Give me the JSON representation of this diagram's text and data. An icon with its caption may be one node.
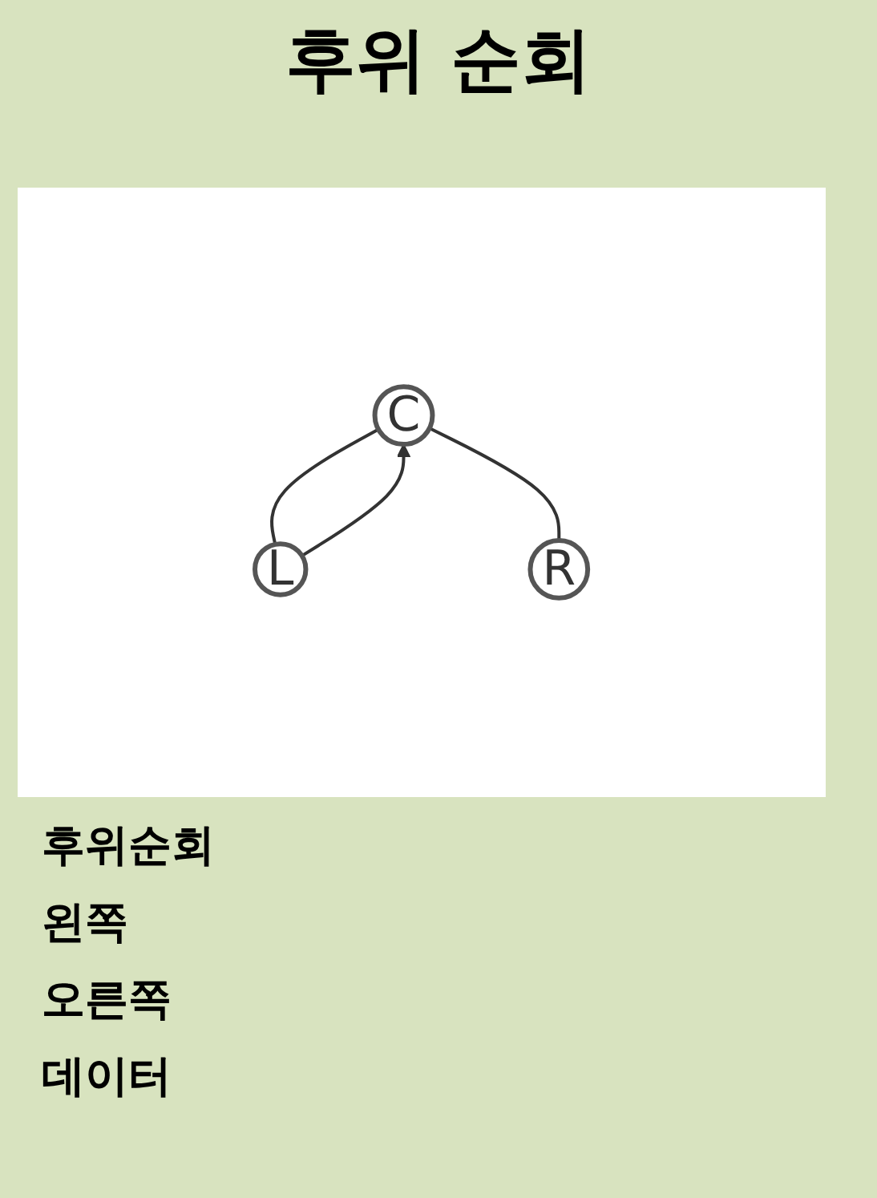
{
  "diagram": {
    "title": "후위 순회",
    "nodes": [
      {
        "text": [
          "C"
        ]
      },
      {
        "text": [
          "L"
        ]
      },
      {
        "text": [
          "R"
        ]
      }
    ],
    "edges": [
      {
        "from": 0,
        "to": 1,
        "arrow": "none"
      },
      {
        "from": 0,
        "to": 2,
        "arrow": "none"
      },
      {
        "from": 1,
        "to": 0,
        "arrow": "to"
      }
    ],
    "labels": [
      "후위순회",
      "왼쪽",
      "오른쪽",
      "데이터"
    ]
  }
}
